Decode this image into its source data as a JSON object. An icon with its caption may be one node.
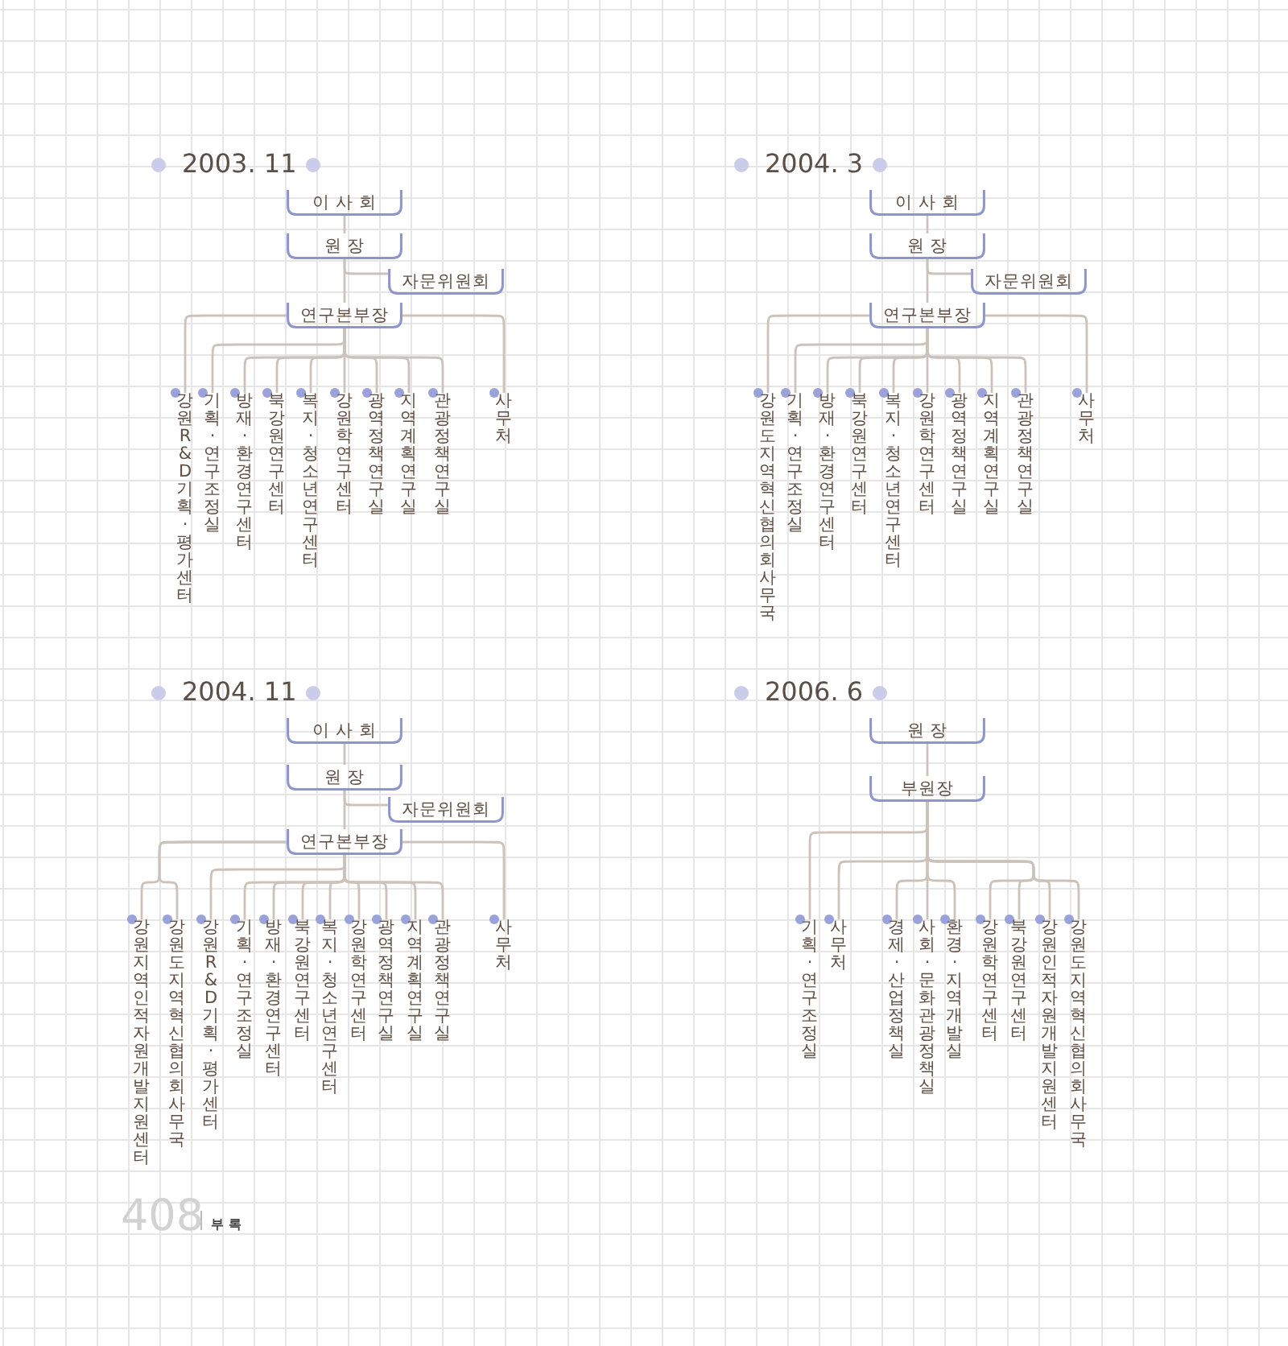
{
  "diagram": {
    "nodes": [
      {
        "text": [
          "이 사 회"
        ]
      },
      {
        "text": [
          "원 장"
        ]
      },
      {
        "text": [
          "자문위원회"
        ]
      },
      {
        "text": [
          "연구본부장"
        ]
      },
      {
        "text": [
          "강원R&D기획·평가센터"
        ]
      },
      {
        "text": [
          "기획·연구조정실"
        ]
      },
      {
        "text": [
          "방재·환경연구센터"
        ]
      },
      {
        "text": [
          "북강원연구센터"
        ]
      },
      {
        "text": [
          "복지·청소년연구센터"
        ]
      },
      {
        "text": [
          "강원학연구센터"
        ]
      },
      {
        "text": [
          "광역정책연구실"
        ]
      },
      {
        "text": [
          "지역계획연구실"
        ]
      },
      {
        "text": [
          "관광정책연구실"
        ]
      },
      {
        "text": [
          "사무처"
        ]
      },
      {
        "text": [
          "이 사 회"
        ]
      },
      {
        "text": [
          "원 장"
        ]
      },
      {
        "text": [
          "자문위원회"
        ]
      },
      {
        "text": [
          "연구본부장"
        ]
      },
      {
        "text": [
          "강원도지역혁신협의회 사무국"
        ]
      },
      {
        "text": [
          "기획·연구조정실"
        ]
      },
      {
        "text": [
          "방재·환경연구센터"
        ]
      },
      {
        "text": [
          "북강원연구센터"
        ]
      },
      {
        "text": [
          "복지·청소년연구센터"
        ]
      },
      {
        "text": [
          "강원학연구센터"
        ]
      },
      {
        "text": [
          "광역정책연구실"
        ]
      },
      {
        "text": [
          "지역계획연구실"
        ]
      },
      {
        "text": [
          "관광정책연구실"
        ]
      },
      {
        "text": [
          "사무처"
        ]
      },
      {
        "text": [
          "이 사 회"
        ]
      },
      {
        "text": [
          "원 장"
        ]
      },
      {
        "text": [
          "자문위원회"
        ]
      },
      {
        "text": [
          "연구본부장"
        ]
      },
      {
        "text": [
          "강원지역인적자원개발지원센터"
        ]
      },
      {
        "text": [
          "강원도지역혁신협의회 사무국"
        ]
      },
      {
        "text": [
          "강원R&D기획·평가센터"
        ]
      },
      {
        "text": [
          "기획·연구조정실"
        ]
      },
      {
        "text": [
          "방재·환경연구센터"
        ]
      },
      {
        "text": [
          "북강원연구센터"
        ]
      },
      {
        "text": [
          "복지·청소년연구센터"
        ]
      },
      {
        "text": [
          "강원학연구센터"
        ]
      },
      {
        "text": [
          "광역정책연구실"
        ]
      },
      {
        "text": [
          "지역계획연구실"
        ]
      },
      {
        "text": [
          "관광정책연구실"
        ]
      },
      {
        "text": [
          "사무처"
        ]
      },
      {
        "text": [
          "원 장"
        ]
      },
      {
        "text": [
          "부원장"
        ]
      },
      {
        "text": [
          "기획·연구조정실"
        ]
      },
      {
        "text": [
          "사무처"
        ]
      },
      {
        "text": [
          "경제·산업정책실"
        ]
      },
      {
        "text": [
          "사회·문화관광정책실"
        ]
      },
      {
        "text": [
          "환경·지역개발실"
        ]
      },
      {
        "text": [
          "강원학연구센터"
        ]
      },
      {
        "text": [
          "북강원연구센터"
        ]
      },
      {
        "text": [
          "강원인적자원개발지원센터"
        ]
      },
      {
        "text": [
          "강원도지역혁신협의회사무국"
        ]
      }
    ],
    "edges": [
      {
        "from": 0,
        "to": 1,
        "arrow": "none"
      },
      {
        "from": 1,
        "to": 2,
        "arrow": "none"
      },
      {
        "from": 1,
        "to": 3,
        "arrow": "none"
      },
      {
        "from": 3,
        "to": 4,
        "arrow": "other"
      },
      {
        "from": 3,
        "to": 5,
        "arrow": "other"
      },
      {
        "from": 3,
        "to": 6,
        "arrow": "other"
      },
      {
        "from": 3,
        "to": 7,
        "arrow": "other"
      },
      {
        "from": 3,
        "to": 8,
        "arrow": "other"
      },
      {
        "from": 3,
        "to": 9,
        "arrow": "other"
      },
      {
        "from": 3,
        "to": 10,
        "arrow": "other"
      },
      {
        "from": 3,
        "to": 11,
        "arrow": "other"
      },
      {
        "from": 3,
        "to": 12,
        "arrow": "other"
      },
      {
        "from": 3,
        "to": 13,
        "arrow": "other"
      },
      {
        "from": 14,
        "to": 15,
        "arrow": "none"
      },
      {
        "from": 15,
        "to": 16,
        "arrow": "none"
      },
      {
        "from": 15,
        "to": 17,
        "arrow": "none"
      },
      {
        "from": 17,
        "to": 18,
        "arrow": "other"
      },
      {
        "from": 17,
        "to": 19,
        "arrow": "other"
      },
      {
        "from": 17,
        "to": 20,
        "arrow": "other"
      },
      {
        "from": 17,
        "to": 21,
        "arrow": "other"
      },
      {
        "from": 17,
        "to": 22,
        "arrow": "other"
      },
      {
        "from": 17,
        "to": 23,
        "arrow": "other"
      },
      {
        "from": 17,
        "to": 24,
        "arrow": "other"
      },
      {
        "from": 17,
        "to": 25,
        "arrow": "other"
      },
      {
        "from": 17,
        "to": 26,
        "arrow": "other"
      },
      {
        "from": 17,
        "to": 27,
        "arrow": "other"
      },
      {
        "from": 28,
        "to": 29,
        "arrow": "none"
      },
      {
        "from": 29,
        "to": 30,
        "arrow": "none"
      },
      {
        "from": 29,
        "to": 31,
        "arrow": "none"
      },
      {
        "from": 31,
        "to": 32,
        "arrow": "other"
      },
      {
        "from": 31,
        "to": 33,
        "arrow": "other"
      },
      {
        "from": 31,
        "to": 34,
        "arrow": "other"
      },
      {
        "from": 31,
        "to": 35,
        "arrow": "other"
      },
      {
        "from": 31,
        "to": 36,
        "arrow": "other"
      },
      {
        "from": 31,
        "to": 37,
        "arrow": "other"
      },
      {
        "from": 31,
        "to": 38,
        "arrow": "other"
      },
      {
        "from": 31,
        "to": 39,
        "arrow": "other"
      },
      {
        "from": 31,
        "to": 40,
        "arrow": "other"
      },
      {
        "from": 31,
        "to": 41,
        "arrow": "other"
      },
      {
        "from": 31,
        "to": 42,
        "arrow": "other"
      },
      {
        "from": 31,
        "to": 43,
        "arrow": "other"
      },
      {
        "from": 44,
        "to": 45,
        "arrow": "none"
      },
      {
        "from": 45,
        "to": 46,
        "arrow": "other"
      },
      {
        "from": 45,
        "to": 47,
        "arrow": "other"
      },
      {
        "from": 45,
        "to": 48,
        "arrow": "other"
      },
      {
        "from": 45,
        "to": 49,
        "arrow": "other"
      },
      {
        "from": 45,
        "to": 50,
        "arrow": "other"
      },
      {
        "from": 45,
        "to": 51,
        "arrow": "other"
      },
      {
        "from": 45,
        "to": 52,
        "arrow": "other"
      },
      {
        "from": 45,
        "to": 53,
        "arrow": "other"
      },
      {
        "from": 45,
        "to": 54,
        "arrow": "other"
      }
    ],
    "labels": [
      "2003. 11",
      "2004. 3",
      "2004. 11",
      "2006. 6",
      "408",
      "부 록"
    ]
  }
}
